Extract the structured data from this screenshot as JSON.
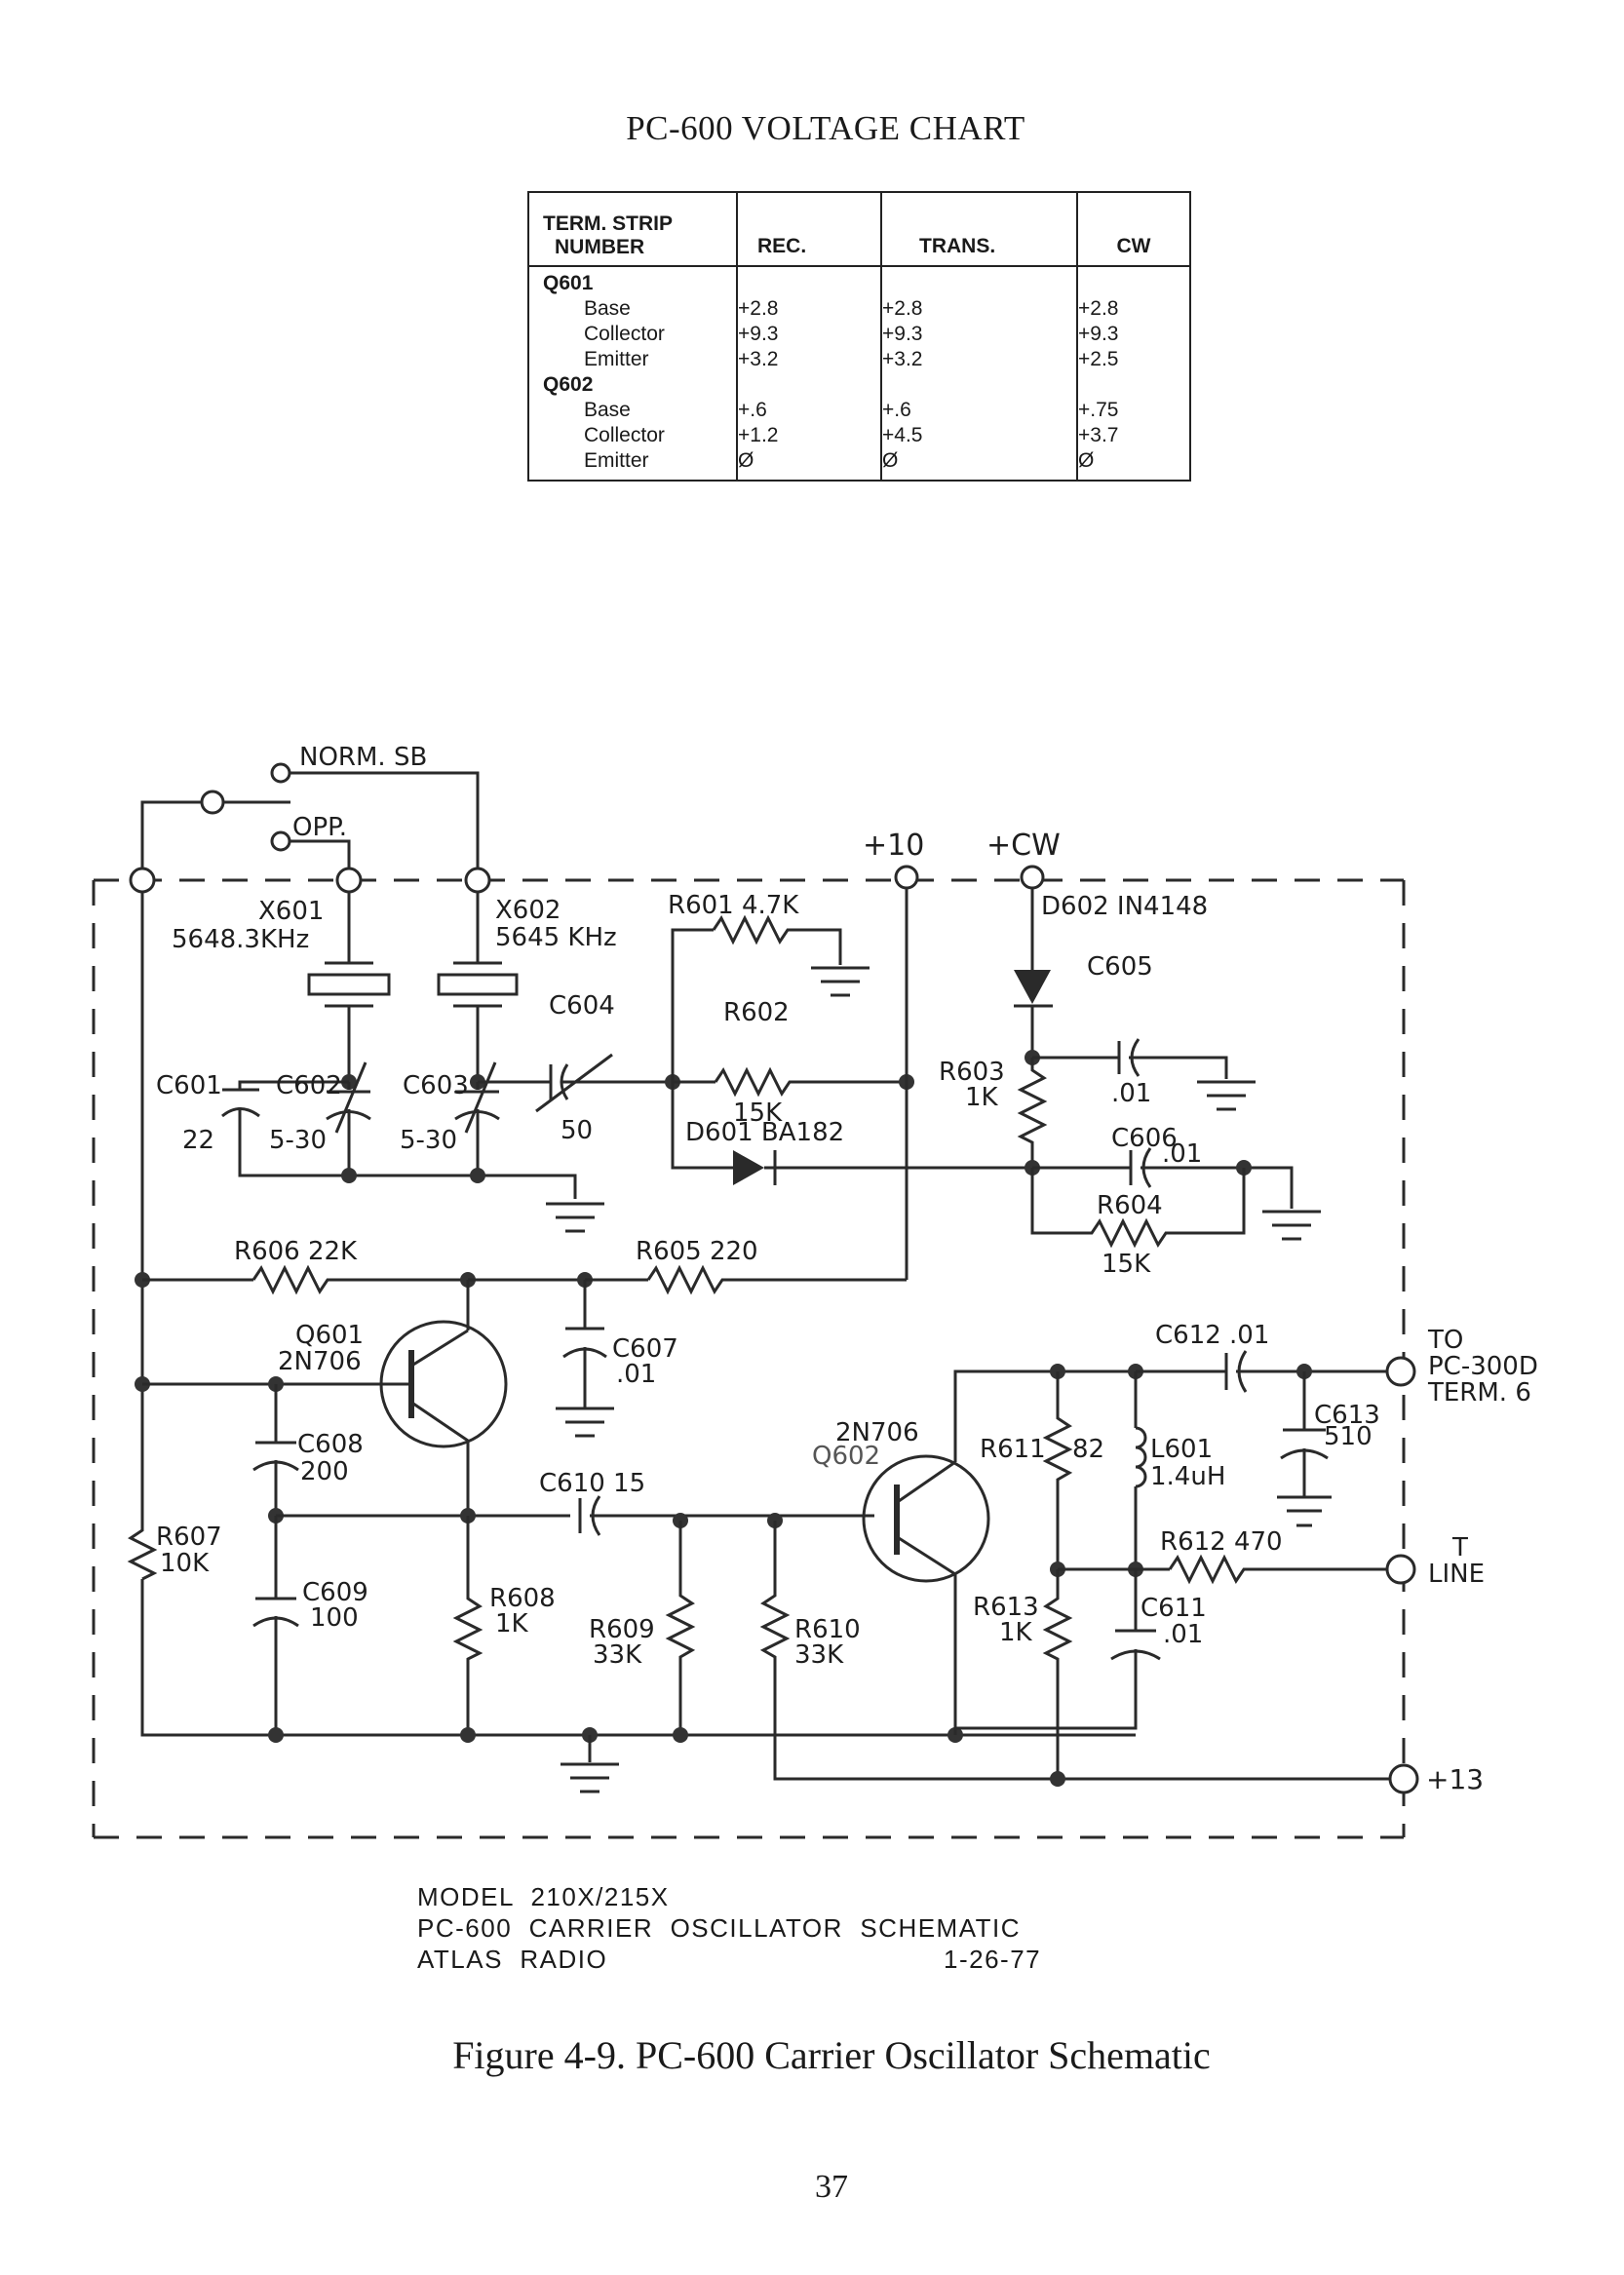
{
  "voltage_chart": {
    "title": "PC-600 VOLTAGE CHART",
    "columns": [
      "TERM. STRIP NUMBER",
      "REC.",
      "TRANS.",
      "CW"
    ],
    "header_line1": "TERM. STRIP",
    "header_line2": "NUMBER",
    "header_rec": "REC.",
    "header_trans": "TRANS.",
    "header_cw": "CW",
    "groups": [
      {
        "name": "Q601",
        "rows": [
          {
            "label": "Base",
            "rec": "+2.8",
            "trans": "+2.8",
            "cw": "+2.8"
          },
          {
            "label": "Collector",
            "rec": "+9.3",
            "trans": "+9.3",
            "cw": "+9.3"
          },
          {
            "label": "Emitter",
            "rec": "+3.2",
            "trans": "+3.2",
            "cw": "+2.5"
          }
        ]
      },
      {
        "name": "Q602",
        "rows": [
          {
            "label": "Base",
            "rec": "+.6",
            "trans": "+.6",
            "cw": "+.75"
          },
          {
            "label": "Collector",
            "rec": "+1.2",
            "trans": "+4.5",
            "cw": "+3.7"
          },
          {
            "label": "Emitter",
            "rec": "Ø",
            "trans": "Ø",
            "cw": "Ø"
          }
        ]
      }
    ]
  },
  "schematic": {
    "switch_labels": {
      "norm_sb": "NORM. SB",
      "opp": "OPP."
    },
    "terminals": {
      "plus10": "+10",
      "plus_cw": "+CW",
      "to_pc300d_1": "TO",
      "to_pc300d_2": "PC-300D",
      "to_pc300d_3": "TERM. 6",
      "t_line_1": "T",
      "t_line_2": "LINE",
      "plus13": "+13"
    },
    "components": {
      "x601": {
        "ref": "X601",
        "value": "5648.3KHz"
      },
      "x602": {
        "ref": "X602",
        "value": "5645 KHz"
      },
      "c601": {
        "ref": "C601",
        "value": "22"
      },
      "c602": {
        "ref": "C602",
        "value": "5-30"
      },
      "c603": {
        "ref": "C603",
        "value": "5-30"
      },
      "c604": {
        "ref": "C604",
        "value": "50"
      },
      "r601": {
        "ref": "R601",
        "value": "4.7K",
        "label": "R601  4.7K"
      },
      "r602": {
        "ref": "R602",
        "value": "15K"
      },
      "d601": {
        "ref": "D601",
        "value": "BA182",
        "label": "D601  BA182"
      },
      "d602": {
        "ref": "D602",
        "value": "IN4148",
        "label": "D602  IN4148"
      },
      "c605": {
        "ref": "C605",
        "value": ".01"
      },
      "r603": {
        "ref": "R603",
        "value": "1K"
      },
      "c606": {
        "ref": "C606",
        "value": ".01"
      },
      "r604": {
        "ref": "R604",
        "value": "15K"
      },
      "r605": {
        "ref": "R605",
        "value": "220",
        "label": "R605  220"
      },
      "r606": {
        "ref": "R606",
        "value": "22K",
        "label": "R606  22K"
      },
      "q601": {
        "ref": "Q601",
        "value": "2N706"
      },
      "c607": {
        "ref": "C607",
        "value": ".01"
      },
      "c608": {
        "ref": "C608",
        "value": "200"
      },
      "r607": {
        "ref": "R607",
        "value": "10K"
      },
      "c609": {
        "ref": "C609",
        "value": "100"
      },
      "r608": {
        "ref": "R608",
        "value": "1K"
      },
      "c610": {
        "ref": "C610",
        "value": "15",
        "label": "C610  15"
      },
      "r609": {
        "ref": "R609",
        "value": "33K"
      },
      "r610": {
        "ref": "R610",
        "value": "33K"
      },
      "q602": {
        "ref": "Q602",
        "value": "2N706"
      },
      "r611": {
        "ref": "R611",
        "value": "82"
      },
      "l601": {
        "ref": "L601",
        "value": "1.4uH"
      },
      "c612": {
        "ref": "C612",
        "value": ".01",
        "label": "C612  .01"
      },
      "c613": {
        "ref": "C613",
        "value": "510"
      },
      "r612": {
        "ref": "R612",
        "value": "470",
        "label": "R612 470"
      },
      "r613": {
        "ref": "R613",
        "value": "1K"
      },
      "c611": {
        "ref": "C611",
        "value": ".01"
      }
    }
  },
  "title_block": {
    "line1": "MODEL  210X/215X",
    "line2": "PC-600  CARRIER  OSCILLATOR  SCHEMATIC",
    "line3": "ATLAS  RADIO",
    "date": "1-26-77"
  },
  "caption": "Figure 4-9. PC-600 Carrier Oscillator Schematic",
  "page_number": "37"
}
